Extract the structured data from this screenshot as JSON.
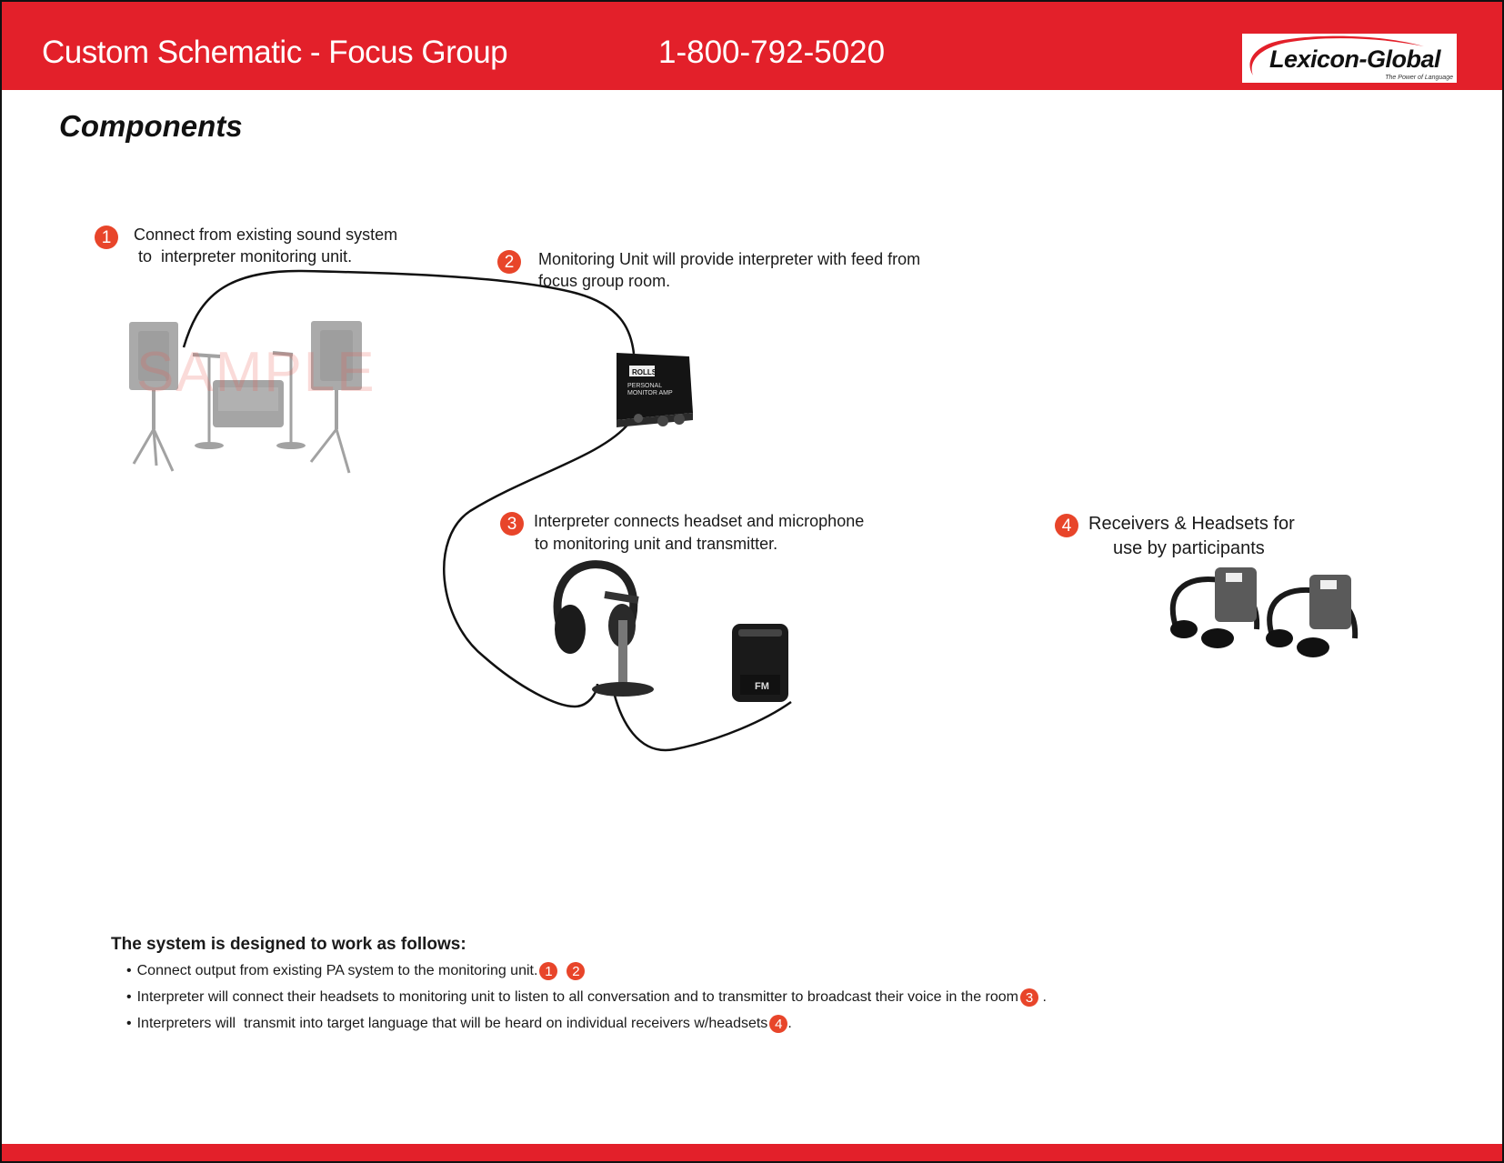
{
  "header": {
    "title": "Custom Schematic - Focus Group",
    "phone": "1-800-792-5020",
    "logo": {
      "name": "Lexicon-Global",
      "tagline": "The Power of Language"
    }
  },
  "section_title": "Components",
  "watermark": "SAMPLE",
  "steps": [
    {
      "number": "1",
      "line1": "Connect from existing sound system",
      "line2": " to  interpreter monitoring unit."
    },
    {
      "number": "2",
      "line1": "Monitoring Unit will provide interpreter with feed from",
      "line2": "focus group room."
    },
    {
      "number": "3",
      "line1": "Interpreter connects headset and microphone",
      "line2": "to monitoring unit and transmitter."
    },
    {
      "number": "4",
      "line1": "Receivers & Headsets for",
      "line2": "use by participants"
    }
  ],
  "device_labels": {
    "monitor_brand": "ROLLS",
    "monitor_line1": "PERSONAL",
    "monitor_line2": "MONITOR AMP",
    "transmitter_label": "FM"
  },
  "howto": {
    "title": "The system is designed to work as follows:",
    "bullets": [
      {
        "text": "Connect output from existing PA system to the monitoring unit.",
        "badges": [
          "1",
          "2"
        ],
        "suffix": ""
      },
      {
        "text": "Interpreter will connect their headsets to monitoring unit to listen to all conversation and to transmitter to broadcast their voice in the room",
        "badges": [
          "3"
        ],
        "suffix": " ."
      },
      {
        "text": "Interpreters will  transmit into target language that will be heard on individual receivers w/headsets",
        "badges": [
          "4"
        ],
        "suffix": "."
      }
    ]
  },
  "colors": {
    "brand_red": "#e3202a",
    "badge_orange": "#e8452a"
  }
}
